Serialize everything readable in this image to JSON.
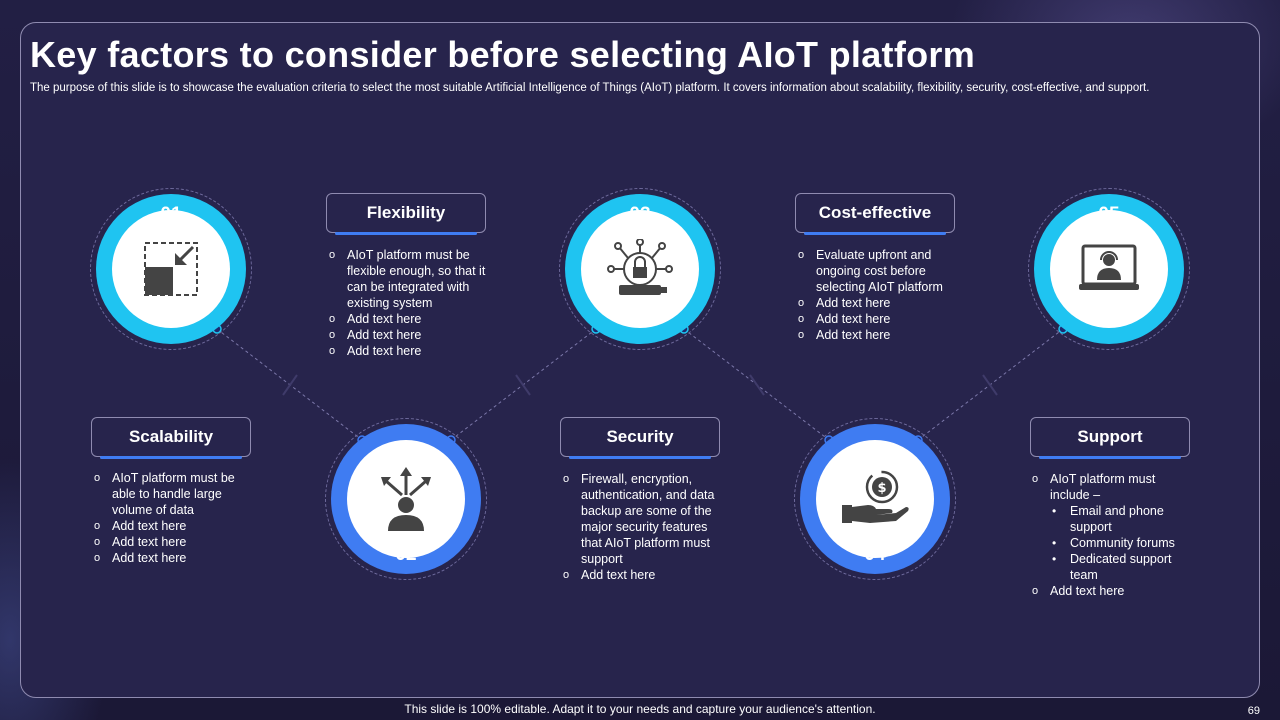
{
  "slide": {
    "title": "Key factors to consider before selecting AIoT platform",
    "subtitle": "The purpose of this slide is to showcase the evaluation criteria to select the most suitable Artificial Intelligence of Things (AIoT) platform. It covers information about scalability, flexibility, security, cost-effective, and support.",
    "footer": "This slide is 100% editable. Adapt it to your needs and capture your audience's attention.",
    "page_number": "69"
  },
  "colors": {
    "cyan": "#1fc4f1",
    "blue": "#3f7cf2",
    "background": "#27244c"
  },
  "factors": [
    {
      "number": "01",
      "label": "Scalability",
      "icon": "resize-icon",
      "items": [
        "AIoT platform must be able to handle large volume of data",
        "Add text here",
        "Add text here",
        "Add text here"
      ]
    },
    {
      "number": "02",
      "label": "Flexibility",
      "icon": "person-arrows-icon",
      "items": [
        "AIoT platform must be flexible enough, so that it can be integrated with existing system",
        "Add text here",
        "Add text here",
        "Add text here"
      ]
    },
    {
      "number": "03",
      "label": "Security",
      "icon": "lock-network-icon",
      "items": [
        "Firewall, encryption, authentication, and data backup are some of the major security features that AIoT platform must support",
        "Add text here"
      ]
    },
    {
      "number": "04",
      "label": "Cost-effective",
      "icon": "hand-dollar-icon",
      "items": [
        "Evaluate upfront and ongoing cost before selecting AIoT platform",
        "Add text here",
        "Add text here",
        "Add text here"
      ]
    },
    {
      "number": "05",
      "label": "Support",
      "icon": "laptop-support-icon",
      "items": [
        "AIoT platform must include –",
        "Email and phone support",
        "Community forums",
        "Dedicated support team",
        "Add text here"
      ]
    }
  ]
}
